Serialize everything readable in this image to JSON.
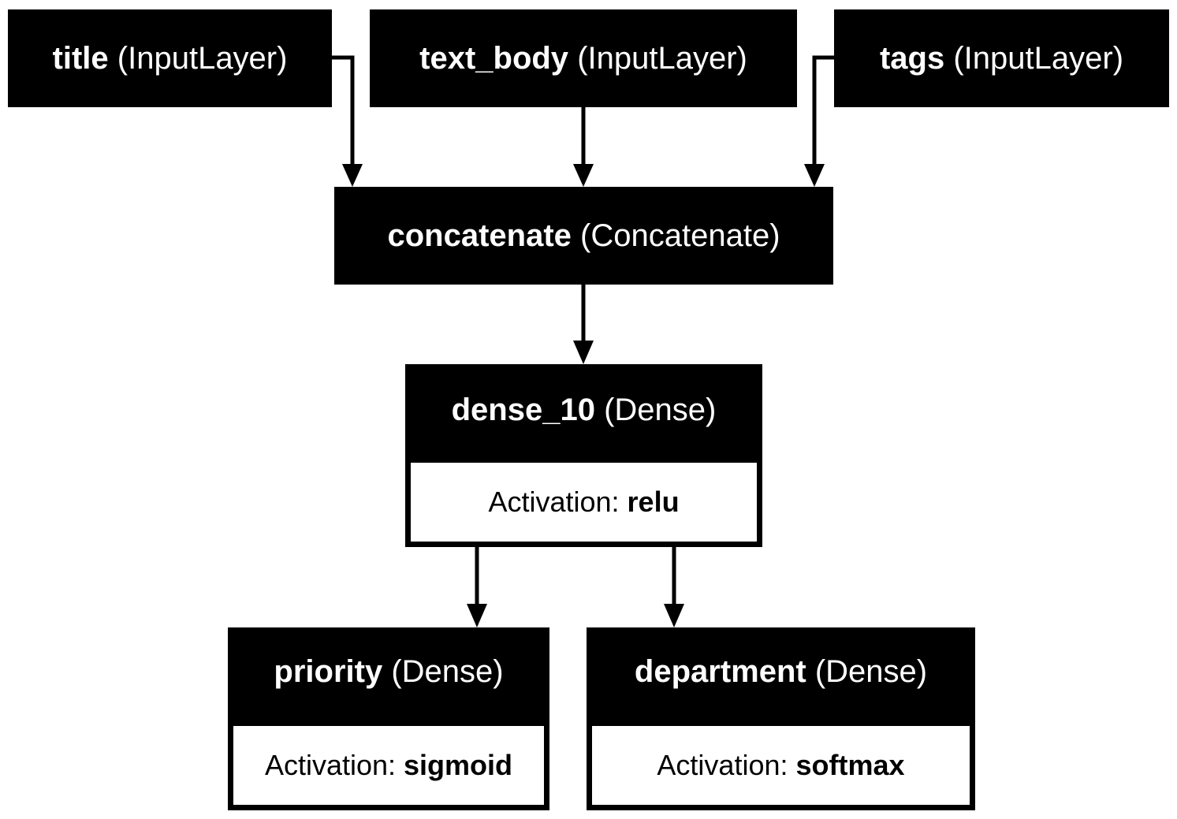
{
  "nodes": {
    "title": {
      "name": "title",
      "type": "(InputLayer)"
    },
    "text_body": {
      "name": "text_body",
      "type": "(InputLayer)"
    },
    "tags": {
      "name": "tags",
      "type": "(InputLayer)"
    },
    "concatenate": {
      "name": "concatenate",
      "type": "(Concatenate)"
    },
    "dense_10": {
      "name": "dense_10",
      "type": "(Dense)",
      "activation_label": "Activation:",
      "activation": "relu"
    },
    "priority": {
      "name": "priority",
      "type": "(Dense)",
      "activation_label": "Activation:",
      "activation": "sigmoid"
    },
    "department": {
      "name": "department",
      "type": "(Dense)",
      "activation_label": "Activation:",
      "activation": "softmax"
    }
  },
  "edges": [
    {
      "from": "title",
      "to": "concatenate"
    },
    {
      "from": "text_body",
      "to": "concatenate"
    },
    {
      "from": "tags",
      "to": "concatenate"
    },
    {
      "from": "concatenate",
      "to": "dense_10"
    },
    {
      "from": "dense_10",
      "to": "priority"
    },
    {
      "from": "dense_10",
      "to": "department"
    }
  ],
  "colors": {
    "node_fill": "#000000",
    "node_text": "#ffffff",
    "body_fill": "#ffffff",
    "edge": "#000000"
  }
}
